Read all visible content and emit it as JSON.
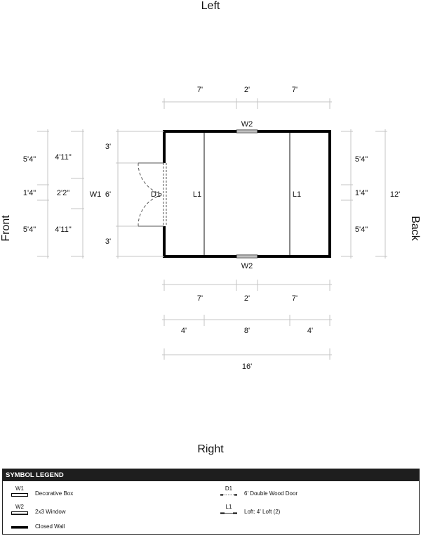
{
  "sides": {
    "top": "Left",
    "bottom": "Right",
    "left": "Front",
    "right": "Back"
  },
  "labels": {
    "window_top": "W2",
    "window_bottom": "W2",
    "door": "D1",
    "decorative": "W1",
    "loft_left": "L1",
    "loft_right": "L1"
  },
  "dims": {
    "top_row": [
      "7'",
      "2'",
      "7'"
    ],
    "bottom_row1": [
      "7'",
      "2'",
      "7'"
    ],
    "bottom_row2": [
      "4'",
      "8'",
      "4'"
    ],
    "bottom_total": "16'",
    "left_outer": [
      "5'4\"",
      "1'4\"",
      "5'4\""
    ],
    "left_middle": [
      "4'11\"",
      "2'2\"",
      "4'11\""
    ],
    "left_inner": [
      "3'",
      "6'",
      "3'"
    ],
    "right_inner": [
      "5'4\"",
      "1'4\"",
      "5'4\""
    ],
    "right_total": "12'"
  },
  "legend": {
    "title": "SYMBOL LEGEND",
    "items": [
      {
        "code": "W1",
        "label": "Decorative Box"
      },
      {
        "code": "W2",
        "label": "2x3 Window"
      },
      {
        "code": "",
        "label": "Closed Wall"
      },
      {
        "code": "D1",
        "label": "6' Double Wood Door"
      },
      {
        "code": "L1",
        "label": "Loft: 4' Loft (2)"
      }
    ]
  }
}
